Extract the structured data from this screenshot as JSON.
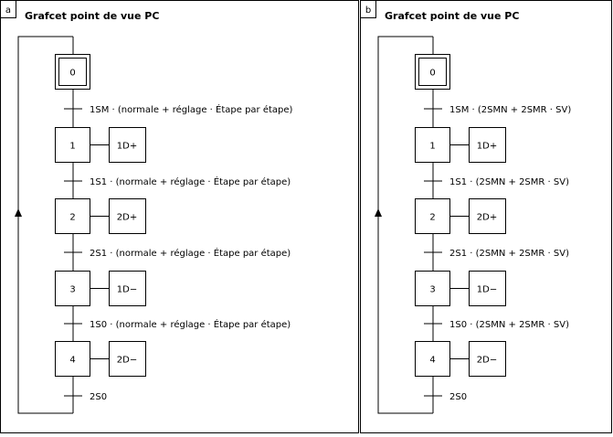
{
  "panels": [
    {
      "tag": "a",
      "title": "Grafcet point de vue PC",
      "steps": [
        {
          "number": "0",
          "initial": true,
          "action": ""
        },
        {
          "number": "1",
          "initial": false,
          "action": "1D+"
        },
        {
          "number": "2",
          "initial": false,
          "action": "2D+"
        },
        {
          "number": "3",
          "initial": false,
          "action": "1D−"
        },
        {
          "number": "4",
          "initial": false,
          "action": "2D−"
        }
      ],
      "transitions": [
        "1SM · (normale + réglage · Étape par étape)",
        "1S1 · (normale + réglage · Étape par étape)",
        "2S1 · (normale + réglage · Étape par étape)",
        "1S0 · (normale + réglage · Étape par étape)",
        "2S0"
      ]
    },
    {
      "tag": "b",
      "title": "Grafcet point de vue PC",
      "steps": [
        {
          "number": "0",
          "initial": true,
          "action": ""
        },
        {
          "number": "1",
          "initial": false,
          "action": "1D+"
        },
        {
          "number": "2",
          "initial": false,
          "action": "2D+"
        },
        {
          "number": "3",
          "initial": false,
          "action": "1D−"
        },
        {
          "number": "4",
          "initial": false,
          "action": "2D−"
        }
      ],
      "transitions": [
        "1SM · (2SMN + 2SMR · SV)",
        "1S1 · (2SMN + 2SMR · SV)",
        "2S1 · (2SMN + 2SMR · SV)",
        "1S0 · (2SMN + 2SMR · SV)",
        "2S0"
      ]
    }
  ]
}
